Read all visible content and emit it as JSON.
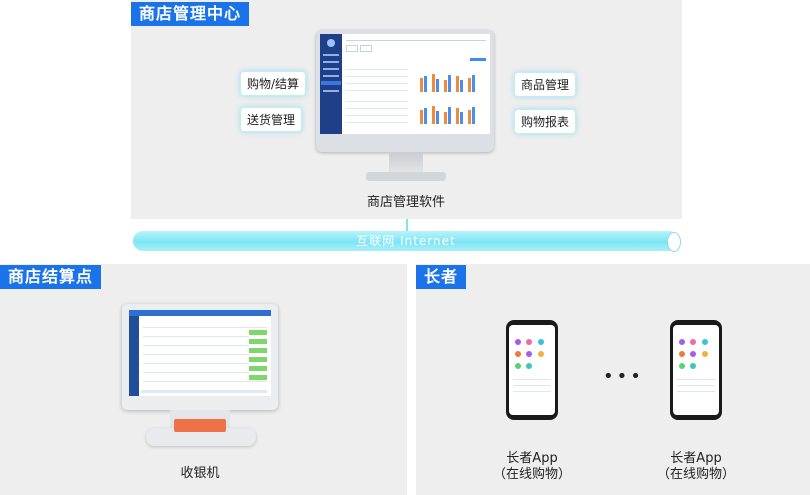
{
  "sections": {
    "center": {
      "tag": "商店管理中心",
      "caption": "商店管理软件"
    },
    "checkout": {
      "tag": "商店结算点",
      "caption": "收银机"
    },
    "elder": {
      "tag": "长者"
    }
  },
  "features": {
    "left": [
      "购物/结算",
      "送货管理"
    ],
    "right": [
      "商品管理",
      "购物报表"
    ]
  },
  "network": {
    "label": "互联网 Internet"
  },
  "apps": [
    {
      "name": "长者App",
      "sub": "（在线购物）"
    },
    {
      "name": "长者App",
      "sub": "（在线购物）"
    }
  ],
  "ellipsis": "•••",
  "colors": {
    "tag_bg": "#1a73e8",
    "tube": "#7ee5f3",
    "panel_bg": "#eeeeee"
  }
}
